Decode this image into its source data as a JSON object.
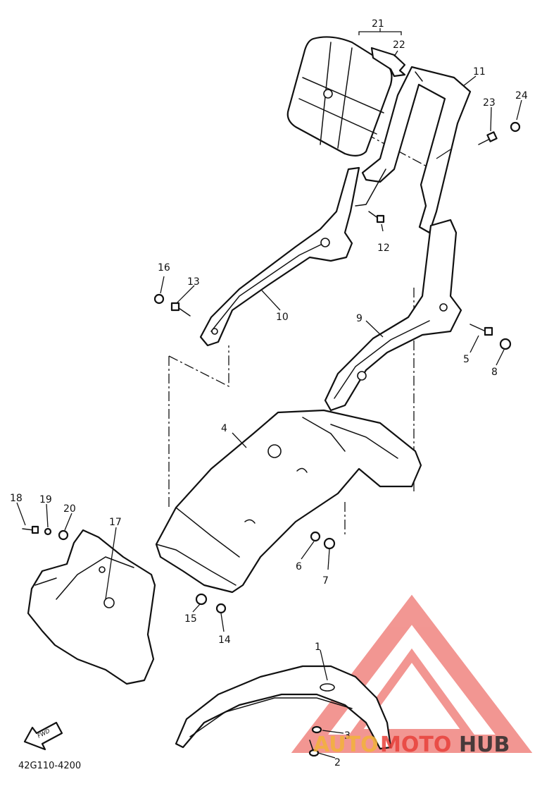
{
  "diagram": {
    "drawing_code": "42G110-4200",
    "fwd_label": "FWD",
    "callouts": [
      {
        "id": "c1",
        "label": "1"
      },
      {
        "id": "c2",
        "label": "2"
      },
      {
        "id": "c3",
        "label": "3"
      },
      {
        "id": "c4",
        "label": "4"
      },
      {
        "id": "c5",
        "label": "5"
      },
      {
        "id": "c6",
        "label": "6"
      },
      {
        "id": "c7",
        "label": "7"
      },
      {
        "id": "c8",
        "label": "8"
      },
      {
        "id": "c9",
        "label": "9"
      },
      {
        "id": "c10",
        "label": "10"
      },
      {
        "id": "c11",
        "label": "11"
      },
      {
        "id": "c12",
        "label": "12"
      },
      {
        "id": "c13",
        "label": "13"
      },
      {
        "id": "c14",
        "label": "14"
      },
      {
        "id": "c15",
        "label": "15"
      },
      {
        "id": "c16",
        "label": "16"
      },
      {
        "id": "c17",
        "label": "17"
      },
      {
        "id": "c18",
        "label": "18"
      },
      {
        "id": "c19",
        "label": "19"
      },
      {
        "id": "c20",
        "label": "20"
      },
      {
        "id": "c21",
        "label": "21"
      },
      {
        "id": "c22",
        "label": "22"
      },
      {
        "id": "c23",
        "label": "23"
      },
      {
        "id": "c24",
        "label": "24"
      }
    ]
  },
  "watermark": {
    "brand_part1": "AUTO",
    "brand_part2": "MOTO",
    "brand_part3": "HUB",
    "color_primary": "#e8413a",
    "color_secondary": "#f2b33a",
    "color_dark": "#2b2b2b"
  }
}
